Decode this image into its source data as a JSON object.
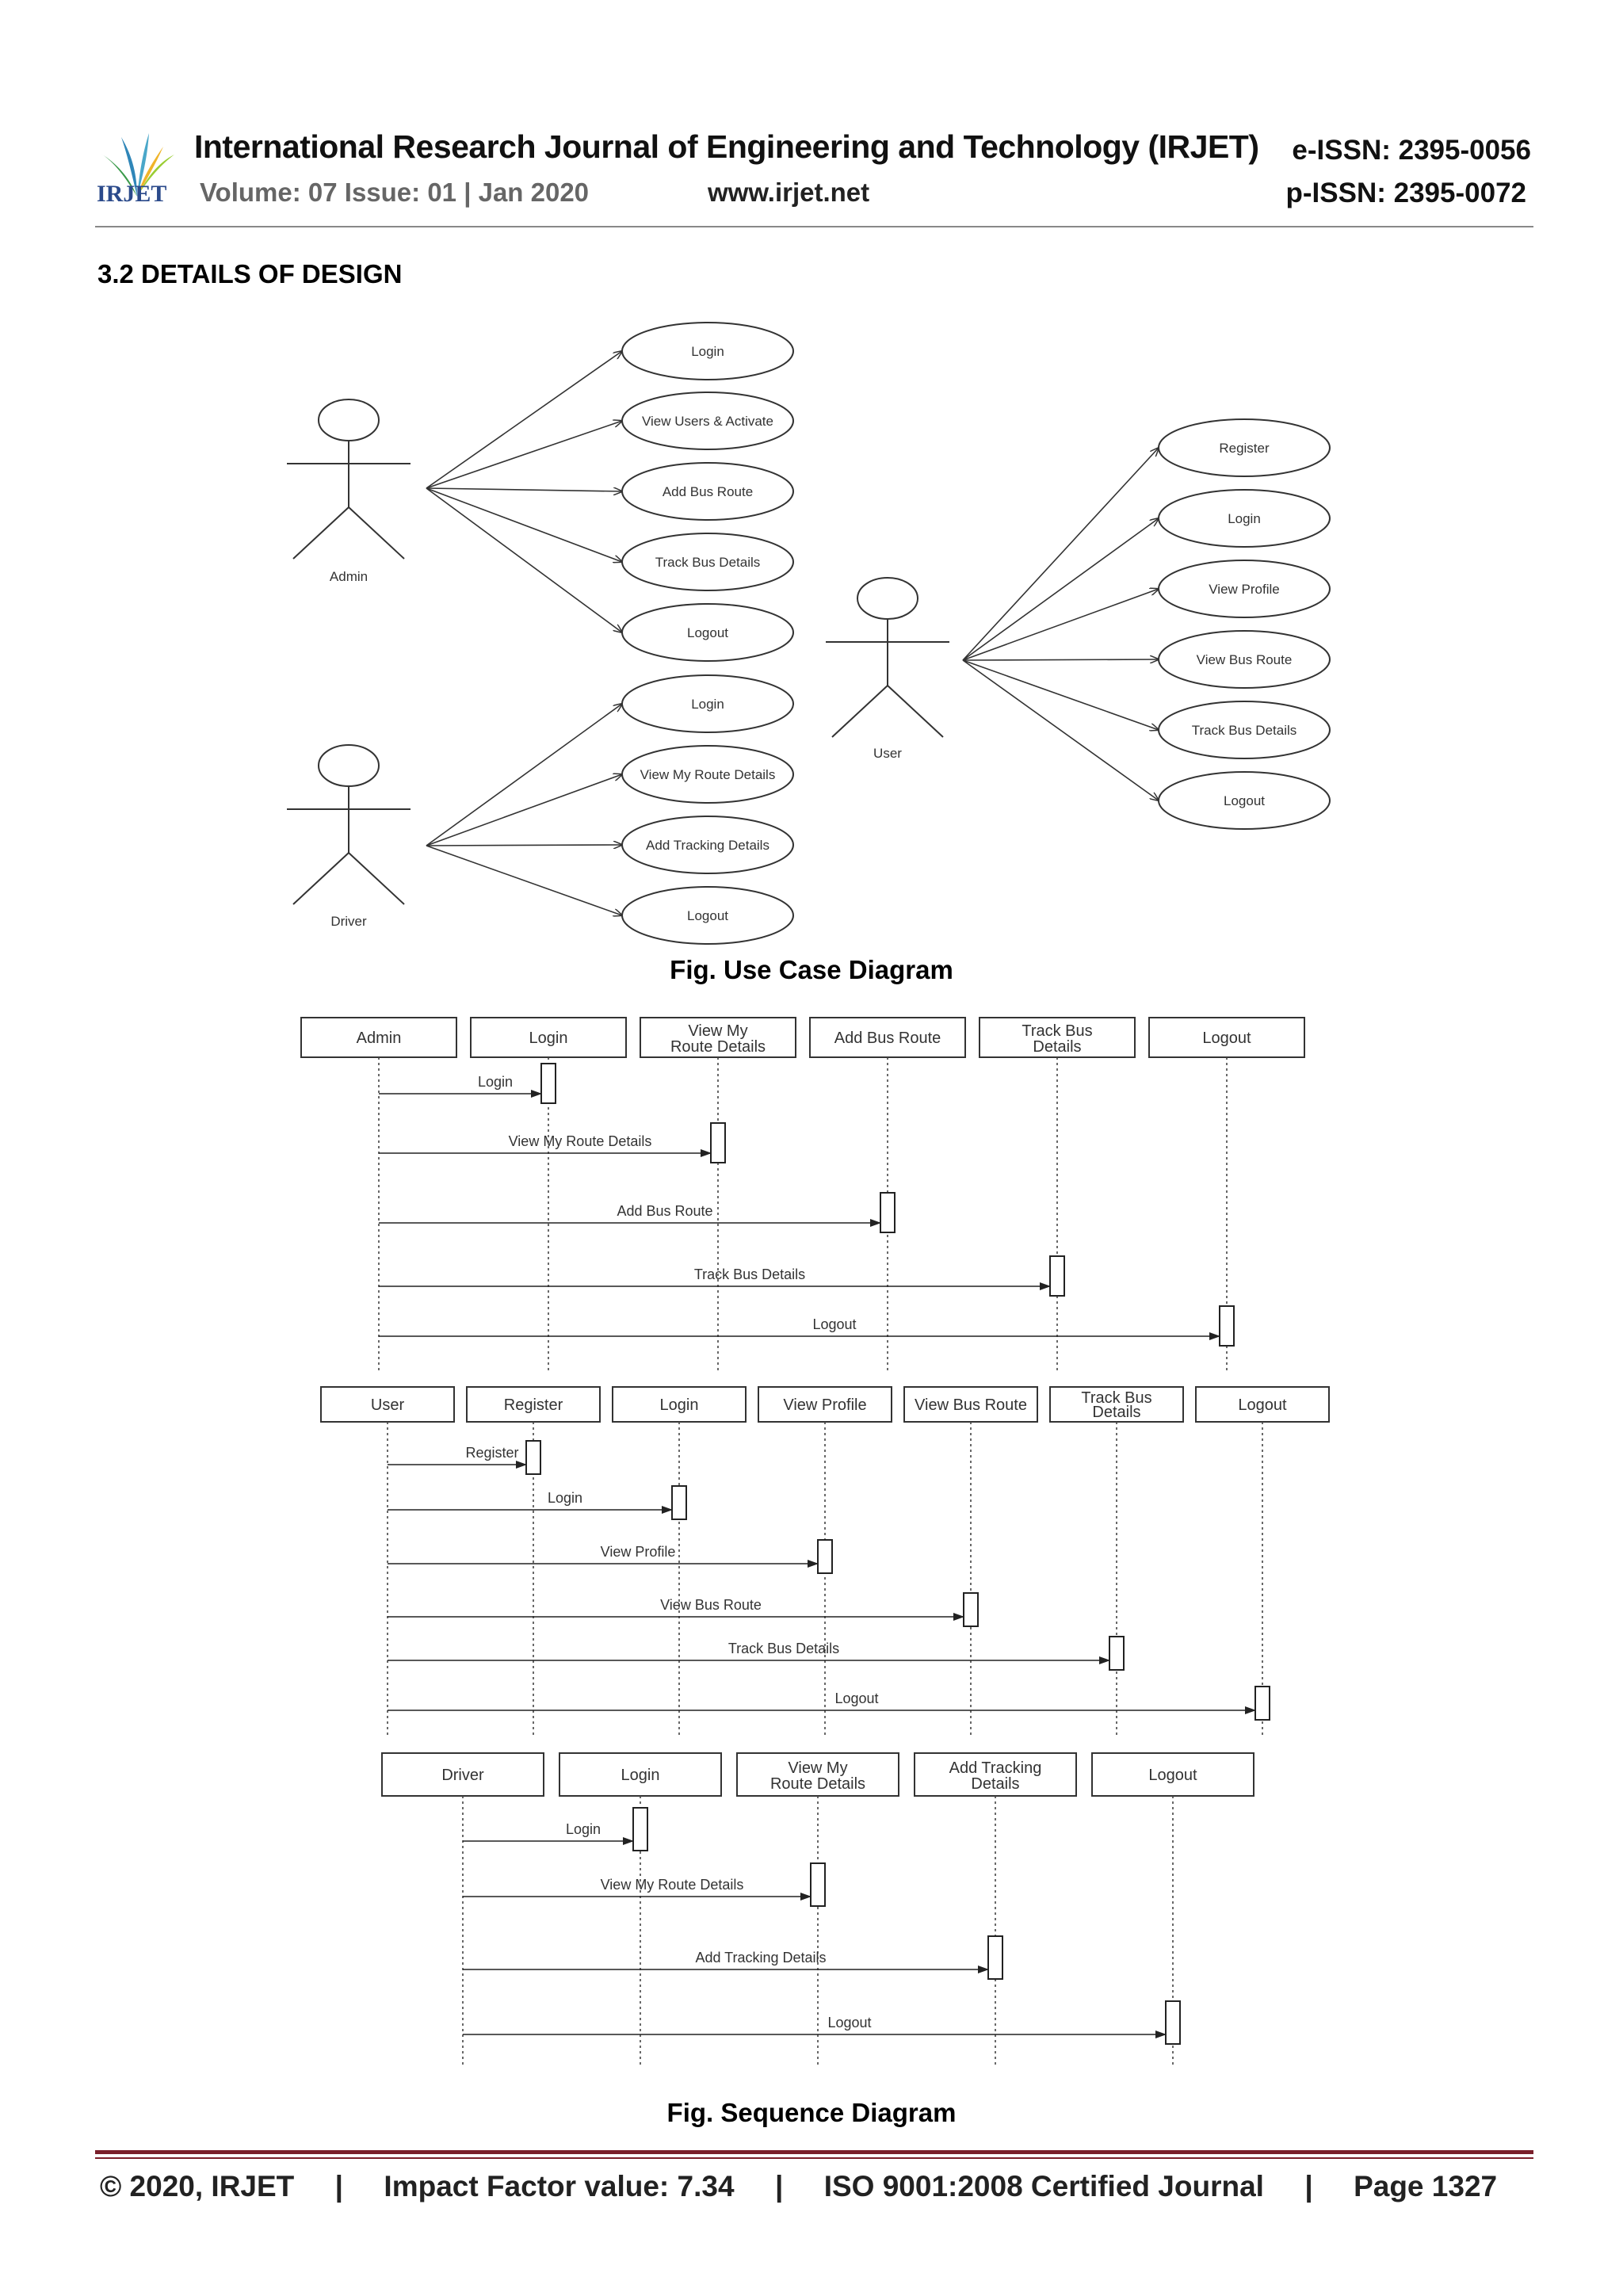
{
  "header": {
    "journal_title": "International Research Journal of Engineering and Technology (IRJET)",
    "e_issn": "e-ISSN: 2395-0056",
    "p_issn": "p-ISSN: 2395-0072",
    "volume": "Volume: 07 Issue: 01 | Jan 2020",
    "website": "www.irjet.net",
    "logo_text": "IRJET"
  },
  "section_title": "3.2 DETAILS OF DESIGN",
  "use_case": {
    "actors": [
      "Admin",
      "Driver",
      "User"
    ],
    "admin_cases": [
      "Login",
      "View Users & Activate",
      "Add Bus Route",
      "Track Bus Details",
      "Logout"
    ],
    "driver_cases": [
      "Login",
      "View My Route Details",
      "Add Tracking Details",
      "Logout"
    ],
    "user_cases": [
      "Register",
      "Login",
      "View Profile",
      "View Bus Route",
      "Track Bus Details",
      "Logout"
    ],
    "caption_prefix": "Fig.",
    "caption_text": " Use Case Diagram"
  },
  "sequence": {
    "admin": {
      "lifelines": [
        "Admin",
        "Login",
        "View My Route Details",
        "Add Bus Route",
        "Track Bus Details",
        "Logout"
      ],
      "messages": [
        "Login",
        "View My Route Details",
        "Add Bus Route",
        "Track Bus Details",
        "Logout"
      ]
    },
    "user": {
      "lifelines": [
        "User",
        "Register",
        "Login",
        "View Profile",
        "View Bus Route",
        "Track Bus Details",
        "Logout"
      ],
      "messages": [
        "Register",
        "Login",
        "View Profile",
        "View Bus Route",
        "Track Bus Details",
        "Logout"
      ]
    },
    "driver": {
      "lifelines": [
        "Driver",
        "Login",
        "View My Route Details",
        "Add Tracking Details",
        "Logout"
      ],
      "messages": [
        "Login",
        "View My Route Details",
        "Add Tracking Details",
        "Logout"
      ]
    },
    "caption_prefix": "Fig.",
    "caption_text": " Sequence Diagram"
  },
  "footer": {
    "text": "© 2020, IRJET     |     Impact Factor value: 7.34     |     ISO 9001:2008 Certified Journal     |     Page 1327"
  }
}
